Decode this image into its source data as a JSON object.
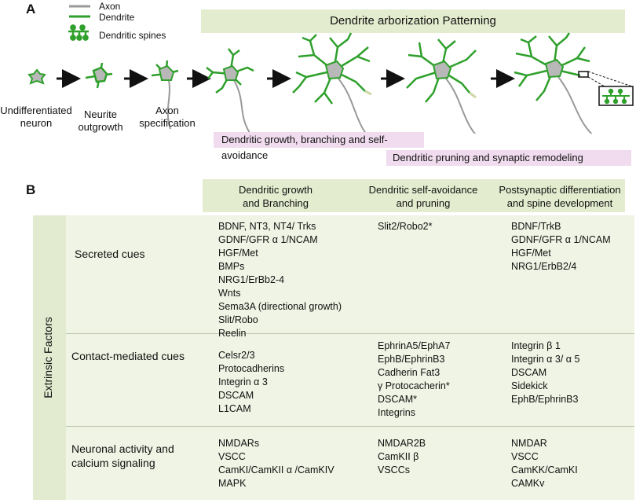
{
  "panel_a": {
    "letter": "A",
    "legend": [
      {
        "label": "Axon",
        "color": "#999999"
      },
      {
        "label": "Dendrite",
        "color": "#2fa02c"
      },
      {
        "label": "Dendritic spines",
        "color": "#2fa02c"
      }
    ],
    "banner": "Dendrite arborization Patterning",
    "stages": [
      {
        "label": "Undifferentiated\nneuron"
      },
      {
        "label": "Neurite\noutgrowth"
      },
      {
        "label": "Axon\nspecification"
      }
    ],
    "phases": [
      "Dendritic growth, branching and self-avoidance",
      "Dendritic pruning and synaptic remodeling"
    ],
    "colors": {
      "dendrite": "#2fa02c",
      "soma": "#b8b8b8",
      "axon": "#999999",
      "banner": "#e4eccf",
      "phase": "#f0dcee"
    }
  },
  "panel_b": {
    "letter": "B",
    "side_label": "Extrinsic Factors",
    "columns": [
      "Dendritic growth\nand Branching",
      "Dendritic self-avoidance\nand pruning",
      "Postsynaptic differentiation\nand spine development"
    ],
    "rows": [
      {
        "title": "Secreted cues",
        "cells": [
          [
            "BDNF, NT3, NT4/ Trks",
            "GDNF/GFR α 1/NCAM",
            "HGF/Met",
            "BMPs",
            "NRG1/ErBb2-4",
            "Wnts",
            "Sema3A (directional growth)",
            "Slit/Robo",
            "Reelin"
          ],
          [
            "Slit2/Robo2*"
          ],
          [
            "BDNF/TrkB",
            "GDNF/GFR α 1/NCAM",
            "HGF/Met",
            "NRG1/ErbB2/4"
          ]
        ]
      },
      {
        "title": "Contact-mediated cues",
        "cells": [
          [
            "Celsr2/3",
            "Protocadherins",
            "Integrin α 3",
            "DSCAM",
            "L1CAM"
          ],
          [
            "EphrinA5/EphA7",
            "EphB/EphrinB3",
            "Cadherin Fat3",
            " γ  Protocacherin*",
            "DSCAM*",
            "Integrins"
          ],
          [
            "Integrin β 1",
            "Integrin α 3/ α 5",
            "DSCAM",
            "Sidekick",
            "EphB/EphrinB3"
          ]
        ]
      },
      {
        "title": "Neuronal activity and\ncalcium signaling",
        "cells": [
          [
            "NMDARs",
            "VSCC",
            "CamKI/CamKII α /CamKIV",
            "MAPK"
          ],
          [
            "NMDAR2B",
            "CamKII β",
            "VSCCs"
          ],
          [
            "NMDAR",
            "VSCC",
            "CamKK/CamKI",
            "CAMKv"
          ]
        ]
      }
    ],
    "colors": {
      "header": "#e4eccf",
      "band": "#eff4e4",
      "tab": "#e2ebd0"
    }
  }
}
